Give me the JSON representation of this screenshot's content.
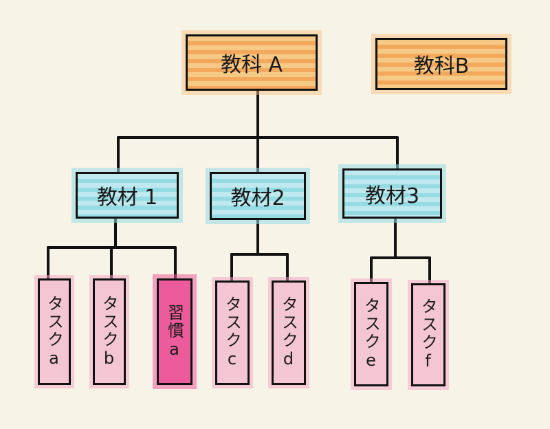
{
  "diagram": {
    "subjects": [
      {
        "label": "教科 A"
      },
      {
        "label": "教科B"
      }
    ],
    "materials": [
      {
        "label": "教材 1"
      },
      {
        "label": "教材2"
      },
      {
        "label": "教材3"
      }
    ],
    "tasks": [
      {
        "label": "タスクa"
      },
      {
        "label": "タスクb"
      },
      {
        "label": "習慣a"
      },
      {
        "label": "タスクc"
      },
      {
        "label": "タスクd"
      },
      {
        "label": "タスクe"
      },
      {
        "label": "タスクf"
      }
    ]
  },
  "colors": {
    "subject": "#f3a95c",
    "material": "#96dbe3",
    "task": "#f4c6d3",
    "habit": "#ec5c9c",
    "background": "#f7f3e7",
    "line": "#111111"
  }
}
